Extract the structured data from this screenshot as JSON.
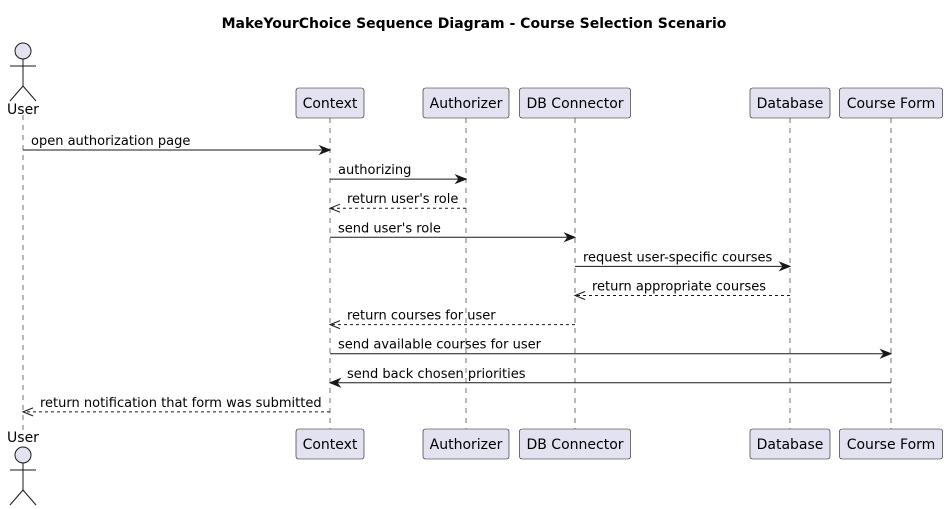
{
  "title": "MakeYourChoice Sequence Diagram - Course Selection Scenario",
  "participants": [
    {
      "id": "user",
      "label": "User",
      "kind": "actor"
    },
    {
      "id": "context",
      "label": "Context",
      "kind": "participant"
    },
    {
      "id": "authorizer",
      "label": "Authorizer",
      "kind": "participant"
    },
    {
      "id": "dbconnector",
      "label": "DB Connector",
      "kind": "participant"
    },
    {
      "id": "database",
      "label": "Database",
      "kind": "participant"
    },
    {
      "id": "courseform",
      "label": "Course Form",
      "kind": "participant"
    }
  ],
  "messages": [
    {
      "from": "user",
      "to": "context",
      "label": "open authorization page",
      "style": "solid"
    },
    {
      "from": "context",
      "to": "authorizer",
      "label": "authorizing",
      "style": "solid"
    },
    {
      "from": "authorizer",
      "to": "context",
      "label": "return user's role",
      "style": "dashed"
    },
    {
      "from": "context",
      "to": "dbconnector",
      "label": "send user's role",
      "style": "solid"
    },
    {
      "from": "dbconnector",
      "to": "database",
      "label": "request user-specific courses",
      "style": "solid"
    },
    {
      "from": "database",
      "to": "dbconnector",
      "label": "return appropriate courses",
      "style": "dashed"
    },
    {
      "from": "dbconnector",
      "to": "context",
      "label": "return courses for user",
      "style": "dashed"
    },
    {
      "from": "context",
      "to": "courseform",
      "label": "send available courses for user",
      "style": "solid"
    },
    {
      "from": "courseform",
      "to": "context",
      "label": "send back chosen priorities",
      "style": "solid"
    },
    {
      "from": "context",
      "to": "user",
      "label": "return notification that form was submitted",
      "style": "dashed"
    }
  ]
}
